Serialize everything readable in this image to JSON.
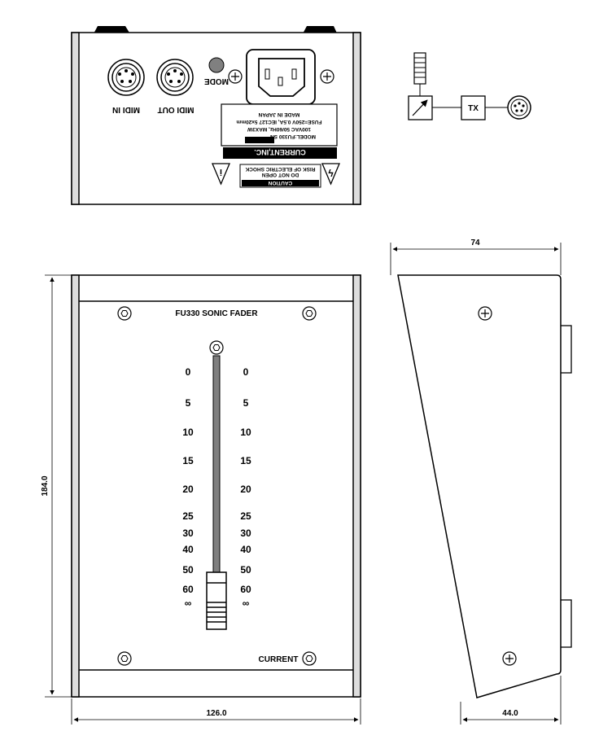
{
  "rear_panel": {
    "midi_in_label": "MIDI IN",
    "midi_out_label": "MIDI OUT",
    "mode_label": "MODE",
    "made_in": "MADE IN JAPAN",
    "fuse_line": "FUSE=250V 0.5A, IEC127 5x20mm",
    "power_line": "100VAC 50/60Hz, MAX3W",
    "model_line": "MODEL:FU330 SN",
    "brand_plate": "CURRENT,INC.",
    "caution_title": "CAUTION",
    "caution_line1": "RISK OF ELECTRIC SHOCK",
    "caution_line2": "DO NOT OPEN",
    "info_symbol": "i",
    "shock_symbol": "ϟ"
  },
  "block_diagram": {
    "tx_label": "TX"
  },
  "front_panel": {
    "title": "FU330 SONIC FADER",
    "brand": "CURRENT",
    "scale": [
      "0",
      "5",
      "10",
      "15",
      "20",
      "25",
      "30",
      "40",
      "50",
      "60",
      "∞"
    ]
  },
  "dimensions": {
    "height": "184.0",
    "width": "126.0",
    "depth_top": "74",
    "depth_bottom": "44.0"
  },
  "colors": {
    "line": "#000000",
    "fader_slot": "#7f7f7f",
    "knob_gray": "#808080"
  }
}
